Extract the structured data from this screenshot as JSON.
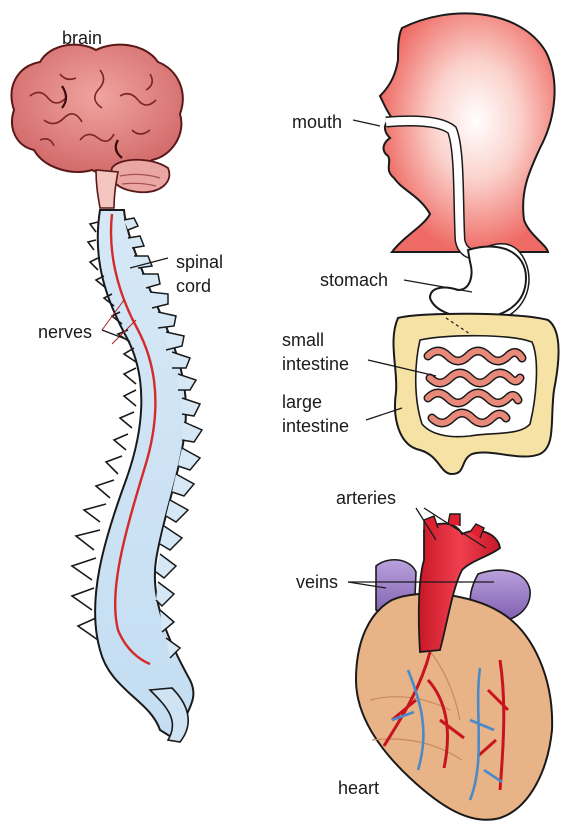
{
  "labels": {
    "brain": "brain",
    "spinal_cord_line1": "spinal",
    "spinal_cord_line2": "cord",
    "nerves": "nerves",
    "mouth": "mouth",
    "stomach": "stomach",
    "small_intestine_line1": "small",
    "small_intestine_line2": "intestine",
    "large_intestine_line1": "large",
    "large_intestine_line2": "intestine",
    "arteries": "arteries",
    "veins": "veins",
    "heart": "heart"
  },
  "colors": {
    "brain": "#e07878",
    "brain_dark": "#8a2a2a",
    "spine_fill": "#cfe3f3",
    "spinal_cord": "#d42a2a",
    "head": "#f06868",
    "digestive_tract": "#ffffff",
    "intestine_fill": "#f7e2a6",
    "intestine_inner": "#e8897a",
    "artery": "#e02030",
    "vein": "#9070b8",
    "heart_muscle": "#e8b487",
    "vessel_blue": "#4a8ac8",
    "outline": "#1a1a1a"
  }
}
